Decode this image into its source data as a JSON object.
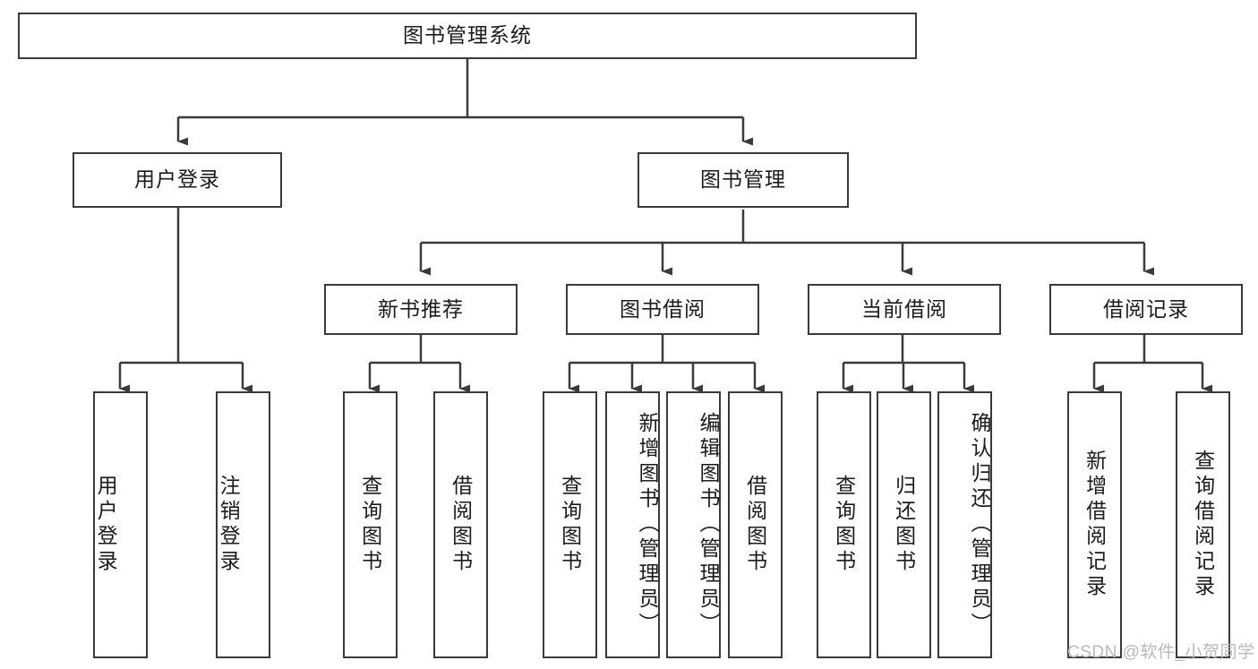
{
  "diagram": {
    "title": "图书管理系统",
    "type": "tree-hierarchy",
    "root": {
      "label": "图书管理系统"
    },
    "level2": [
      {
        "id": "user-login",
        "label": "用户登录"
      },
      {
        "id": "book-manage",
        "label": "图书管理"
      }
    ],
    "level3": [
      {
        "id": "new-book-recommend",
        "label": "新书推荐",
        "parent": "book-manage"
      },
      {
        "id": "book-borrow",
        "label": "图书借阅",
        "parent": "book-manage"
      },
      {
        "id": "current-borrow",
        "label": "当前借阅",
        "parent": "book-manage"
      },
      {
        "id": "borrow-record",
        "label": "借阅记录",
        "parent": "book-manage"
      }
    ],
    "leaves": [
      {
        "id": "leaf-user-login",
        "label": "用户登录",
        "parent": "user-login"
      },
      {
        "id": "leaf-user-logout",
        "label": "注销登录",
        "parent": "user-login"
      },
      {
        "id": "leaf-query-book-1",
        "label": "查询图书",
        "parent": "new-book-recommend"
      },
      {
        "id": "leaf-borrow-book-1",
        "label": "借阅图书",
        "parent": "new-book-recommend"
      },
      {
        "id": "leaf-query-book-2",
        "label": "查询图书",
        "parent": "book-borrow"
      },
      {
        "id": "leaf-add-book",
        "label": "新增图书（管理员）",
        "parent": "book-borrow"
      },
      {
        "id": "leaf-edit-book",
        "label": "编辑图书（管理员）",
        "parent": "book-borrow"
      },
      {
        "id": "leaf-borrow-book-2",
        "label": "借阅图书",
        "parent": "book-borrow"
      },
      {
        "id": "leaf-query-book-3",
        "label": "查询图书",
        "parent": "current-borrow"
      },
      {
        "id": "leaf-return-book",
        "label": "归还图书",
        "parent": "current-borrow"
      },
      {
        "id": "leaf-confirm-return",
        "label": "确认归还（管理员）",
        "parent": "current-borrow"
      },
      {
        "id": "leaf-add-record",
        "label": "新增借阅记录",
        "parent": "borrow-record"
      },
      {
        "id": "leaf-query-record",
        "label": "查询借阅记录",
        "parent": "borrow-record"
      }
    ]
  },
  "watermark": {
    "text": "CSDN @软件_小贺同学"
  },
  "colors": {
    "stroke": "#3a3a3a",
    "text": "#1b1b1b",
    "background": "#ffffff",
    "watermark": "#b9b9b9"
  }
}
